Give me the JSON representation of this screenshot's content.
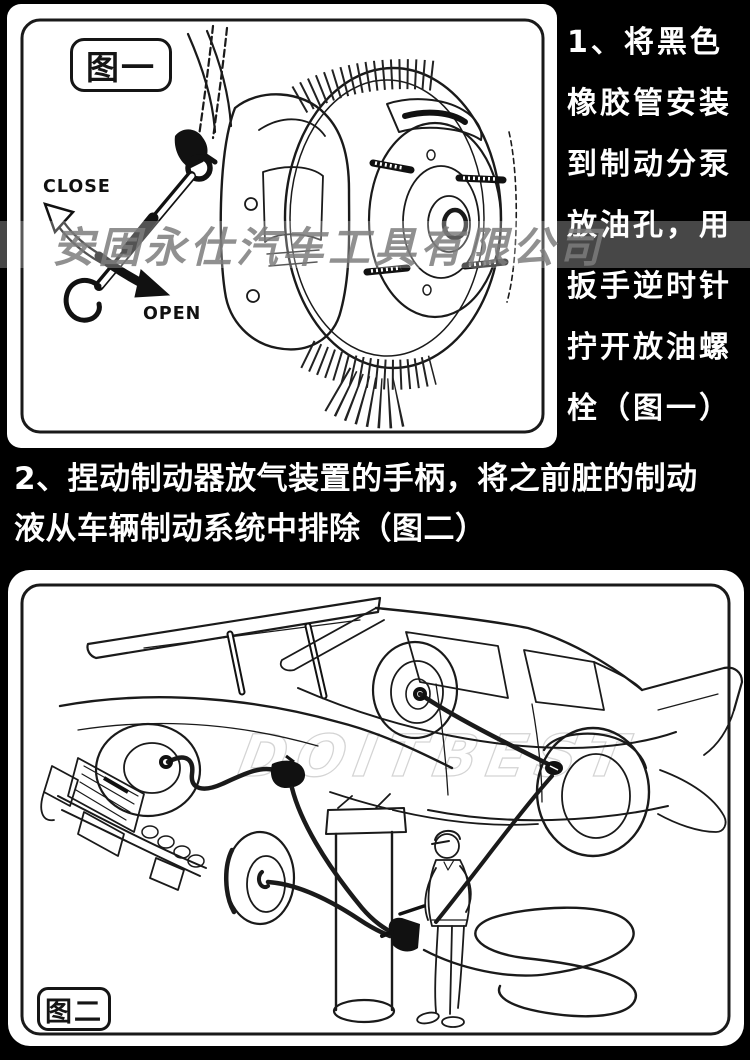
{
  "page": {
    "colors": {
      "background": "#000000",
      "panel": "#ffffff",
      "text": "#ffffff",
      "ink": "#1a1a1a",
      "watermark_gray": "#8f8f8f"
    }
  },
  "figure1": {
    "label": "图一",
    "close_label": "CLOSE",
    "open_label": "OPEN"
  },
  "figure2": {
    "label": "图二"
  },
  "step1": {
    "lines": [
      "1、将黑色",
      "橡胶管安装",
      "到制动分泵",
      "放油孔，用",
      "扳手逆时针",
      "拧开放油螺",
      "栓（图一）"
    ]
  },
  "step2": {
    "lines": [
      "2、捏动制动器放气装置的手柄，将之前脏的制动",
      "液从车辆制动系统中排除（图二）"
    ]
  },
  "watermarks": {
    "band_text": "安固永仕汽车工具有限公司",
    "figure2_text": "DOITBEST"
  }
}
